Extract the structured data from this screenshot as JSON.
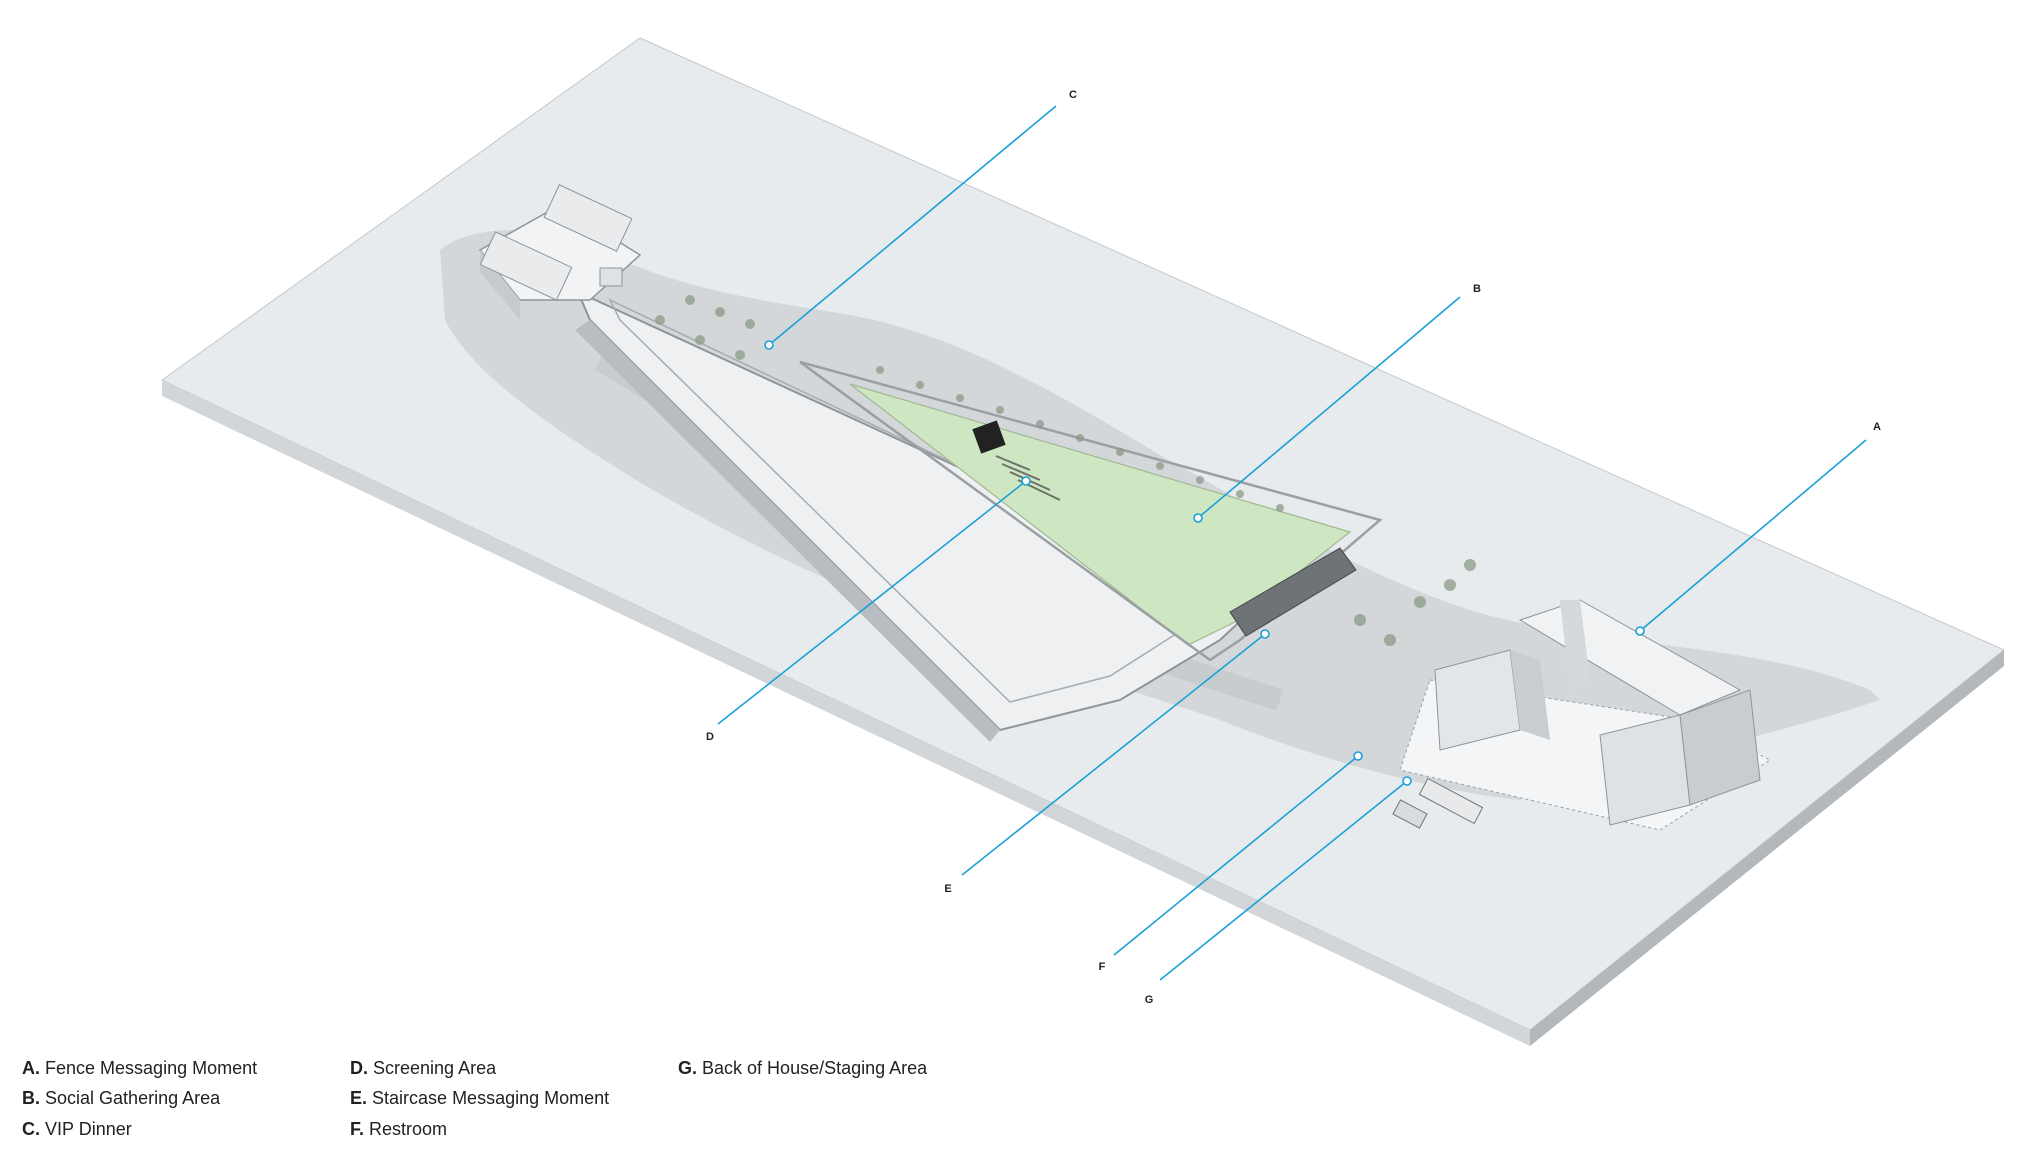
{
  "callouts": [
    {
      "letter": "A"
    },
    {
      "letter": "B"
    },
    {
      "letter": "C"
    },
    {
      "letter": "D"
    },
    {
      "letter": "E"
    },
    {
      "letter": "F"
    },
    {
      "letter": "G"
    }
  ],
  "colors": {
    "callout_line": "#1ba0d8",
    "lawn": "#cfe6c2",
    "base_top": "#e6eaed",
    "base_side": "#b9bec2",
    "water": "#cdd1d4"
  },
  "legend": [
    {
      "letter": "A.",
      "label": "Fence Messaging Moment"
    },
    {
      "letter": "B.",
      "label": "Social Gathering Area"
    },
    {
      "letter": "C.",
      "label": "VIP Dinner"
    },
    {
      "letter": "D.",
      "label": "Screening Area"
    },
    {
      "letter": "E.",
      "label": "Staircase Messaging Moment"
    },
    {
      "letter": "F.",
      "label": "Restroom"
    },
    {
      "letter": "G.",
      "label": "Back of House/Staging Area"
    }
  ]
}
